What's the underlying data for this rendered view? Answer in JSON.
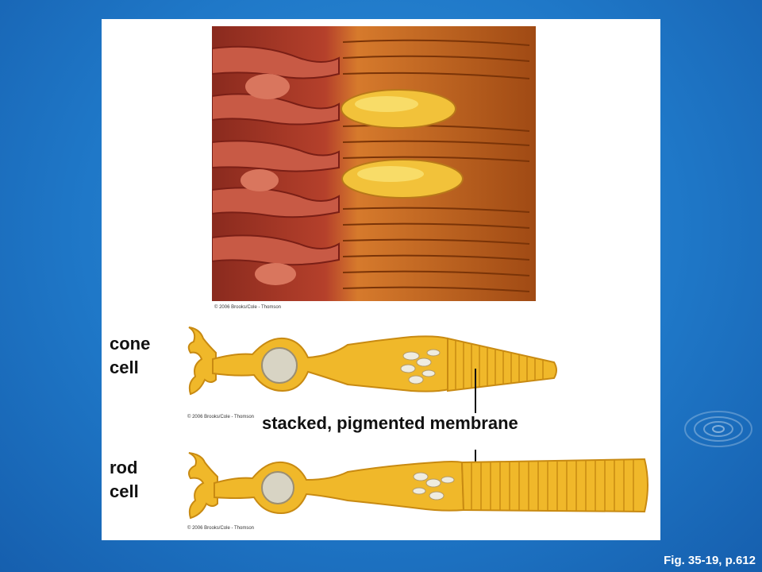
{
  "photo": {
    "copyright": "© 2006 Brooks/Cole - Thomson"
  },
  "cone": {
    "label_line1": "cone",
    "label_line2": "cell",
    "copyright": "© 2006 Brooks/Cole - Thomson"
  },
  "rod": {
    "label_line1": "rod",
    "label_line2": "cell",
    "copyright": "© 2006 Brooks/Cole - Thomson"
  },
  "membrane_label": "stacked, pigmented membrane",
  "figure_ref": "Fig. 35-19, p.612",
  "colors": {
    "background": "#1f78c8",
    "cell_fill": "#f0b82a",
    "cell_edge": "#c88a12",
    "nucleus": "#d8d4c4"
  },
  "icons": {
    "decor": "ripple-icon"
  }
}
